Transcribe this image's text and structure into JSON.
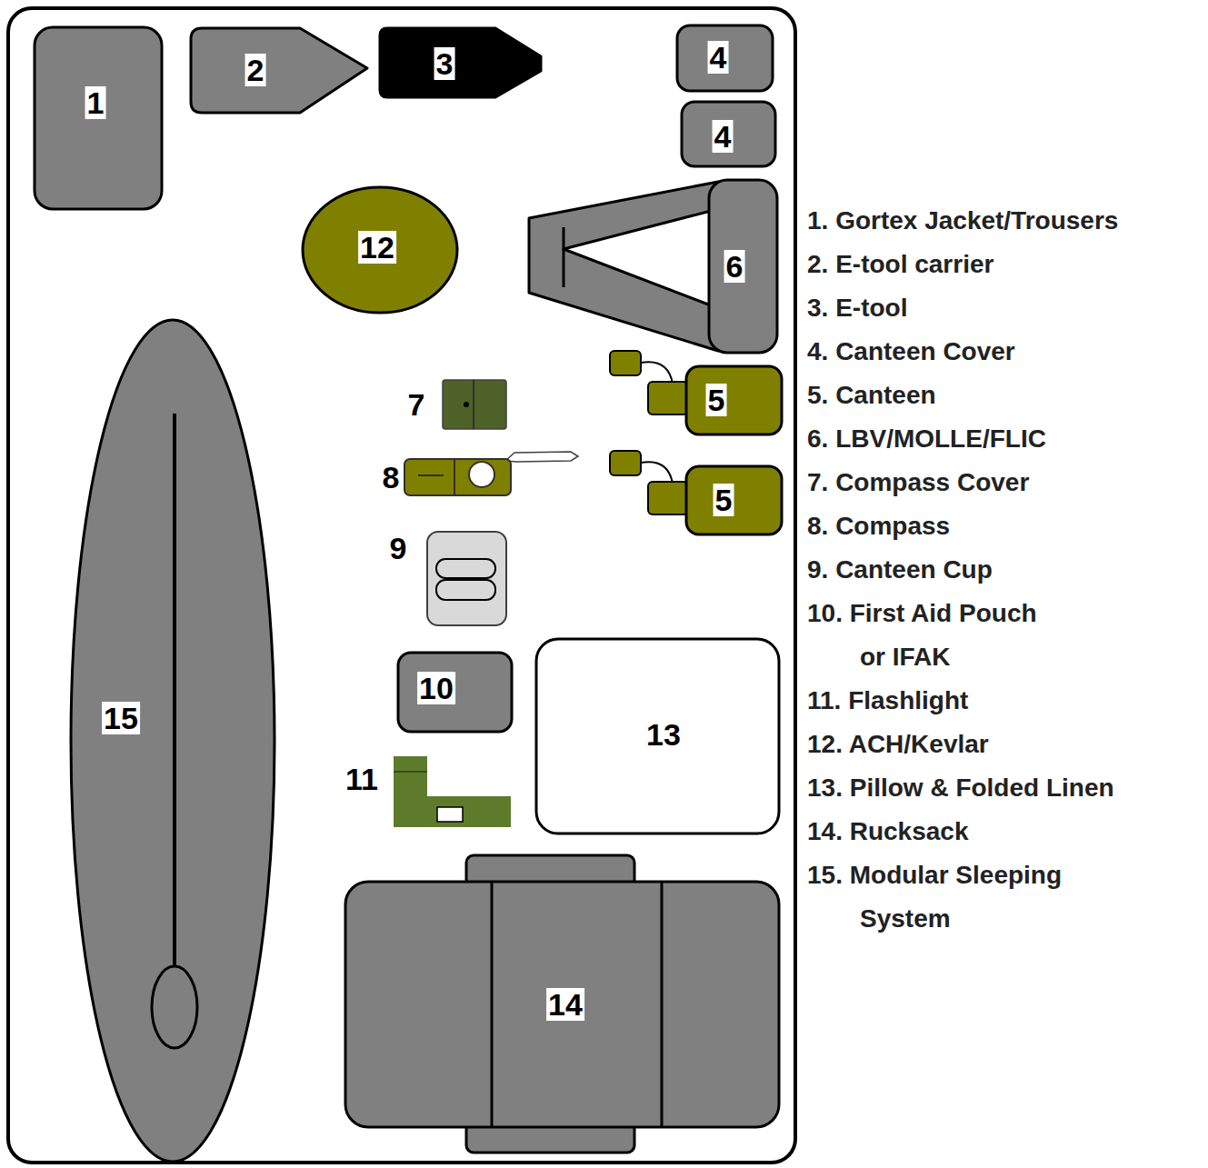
{
  "diagram": {
    "nodes": [
      {
        "text": [
          "1"
        ]
      },
      {
        "text": [
          "2"
        ]
      },
      {
        "text": [
          "3"
        ]
      },
      {
        "text": [
          "4"
        ]
      },
      {
        "text": [
          "4"
        ]
      },
      {
        "text": [
          "12"
        ]
      },
      {
        "text": [
          "6"
        ]
      },
      {
        "text": [
          "15"
        ]
      },
      {
        "text": [
          "7"
        ]
      },
      {
        "text": [
          "5"
        ]
      },
      {
        "text": [
          "8"
        ]
      },
      {
        "text": [
          "5"
        ]
      },
      {
        "text": [
          "9"
        ]
      },
      {
        "text": [
          "10"
        ]
      },
      {
        "text": [
          "13"
        ]
      },
      {
        "text": [
          "11"
        ]
      },
      {
        "text": [
          "14"
        ]
      }
    ],
    "labels": [
      "1. Gortex Jacket/Trousers",
      "2. E-tool carrier",
      "3. E-tool",
      "4. Canteen Cover",
      "5. Canteen",
      "6. LBV/MOLLE/FLIC",
      "7. Compass Cover",
      "8. Compass",
      "9. Canteen Cup",
      "10. First Aid Pouch or IFAK",
      "11. Flashlight",
      "12. ACH/Kevlar",
      "13. Pillow & Folded Linen",
      "14. Rucksack",
      "15. Modular Sleeping System"
    ]
  }
}
